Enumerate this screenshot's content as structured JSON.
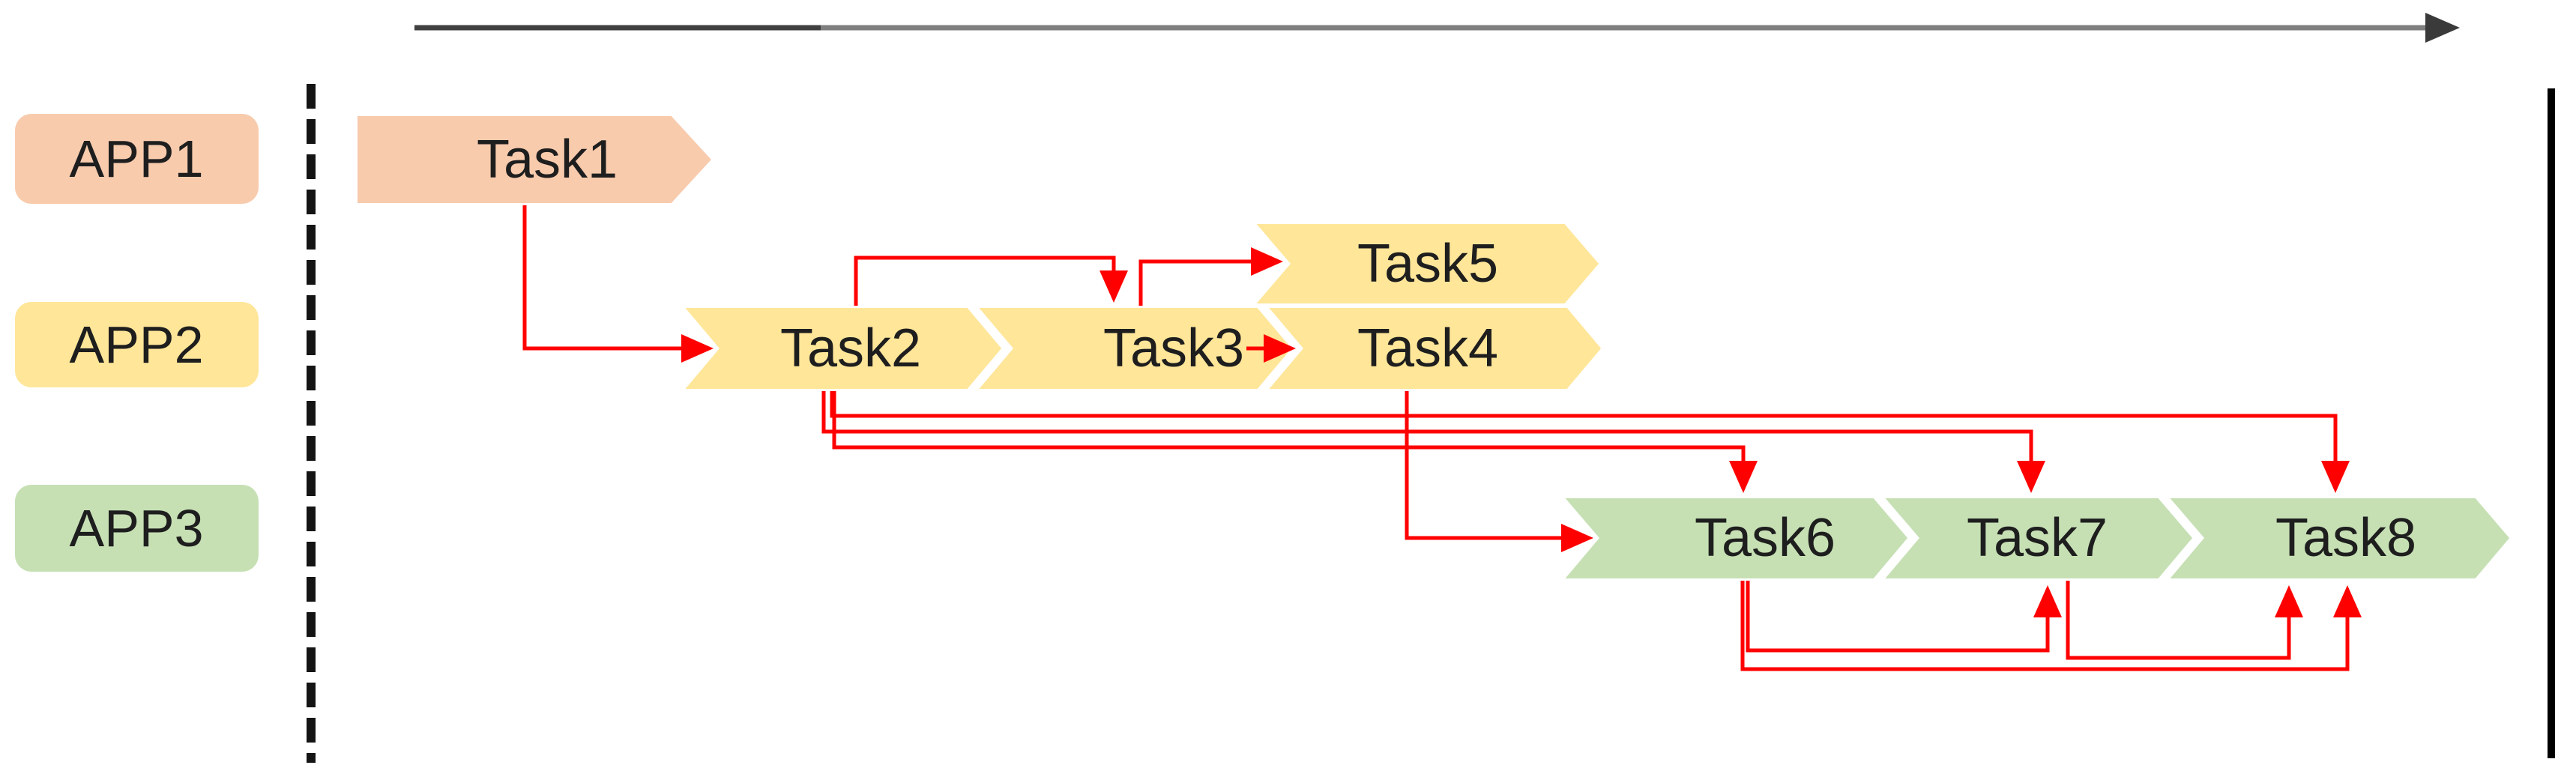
{
  "diagram": {
    "type": "task-flow-timeline",
    "lanes": [
      {
        "label": "APP1",
        "color": "#F8CBAD"
      },
      {
        "label": "APP2",
        "color": "#FFE699"
      },
      {
        "label": "APP3",
        "color": "#C6E0B4"
      }
    ],
    "tasks": [
      {
        "label": "Task1",
        "lane": "APP1"
      },
      {
        "label": "Task2",
        "lane": "APP2"
      },
      {
        "label": "Task3",
        "lane": "APP2"
      },
      {
        "label": "Task4",
        "lane": "APP2"
      },
      {
        "label": "Task5",
        "lane": "APP2"
      },
      {
        "label": "Task6",
        "lane": "APP3"
      },
      {
        "label": "Task7",
        "lane": "APP3"
      },
      {
        "label": "Task8",
        "lane": "APP3"
      }
    ],
    "dependencies": [
      {
        "from": "Task1",
        "to": "Task2"
      },
      {
        "from": "Task2",
        "to": "Task3"
      },
      {
        "from": "Task3",
        "to": "Task5"
      },
      {
        "from": "Task3",
        "to": "Task4"
      },
      {
        "from": "Task2",
        "to": "Task8"
      },
      {
        "from": "Task2",
        "to": "Task7"
      },
      {
        "from": "Task2",
        "to": "Task6"
      },
      {
        "from": "Task4",
        "to": "Task6"
      },
      {
        "from": "Task6",
        "to": "Task7"
      },
      {
        "from": "Task6",
        "to": "Task8"
      },
      {
        "from": "Task7",
        "to": "Task8"
      }
    ],
    "colors": {
      "lane_app1": "#F8CBAD",
      "lane_app2": "#FFE699",
      "lane_app3": "#C6E0B4",
      "dependency_arrow": "#FF0000",
      "timeline_arrow_dark": "#404040",
      "timeline_arrow_gray": "#7F7F7F",
      "boundary_line": "#000000",
      "label_text": "#1E1E1E"
    }
  }
}
